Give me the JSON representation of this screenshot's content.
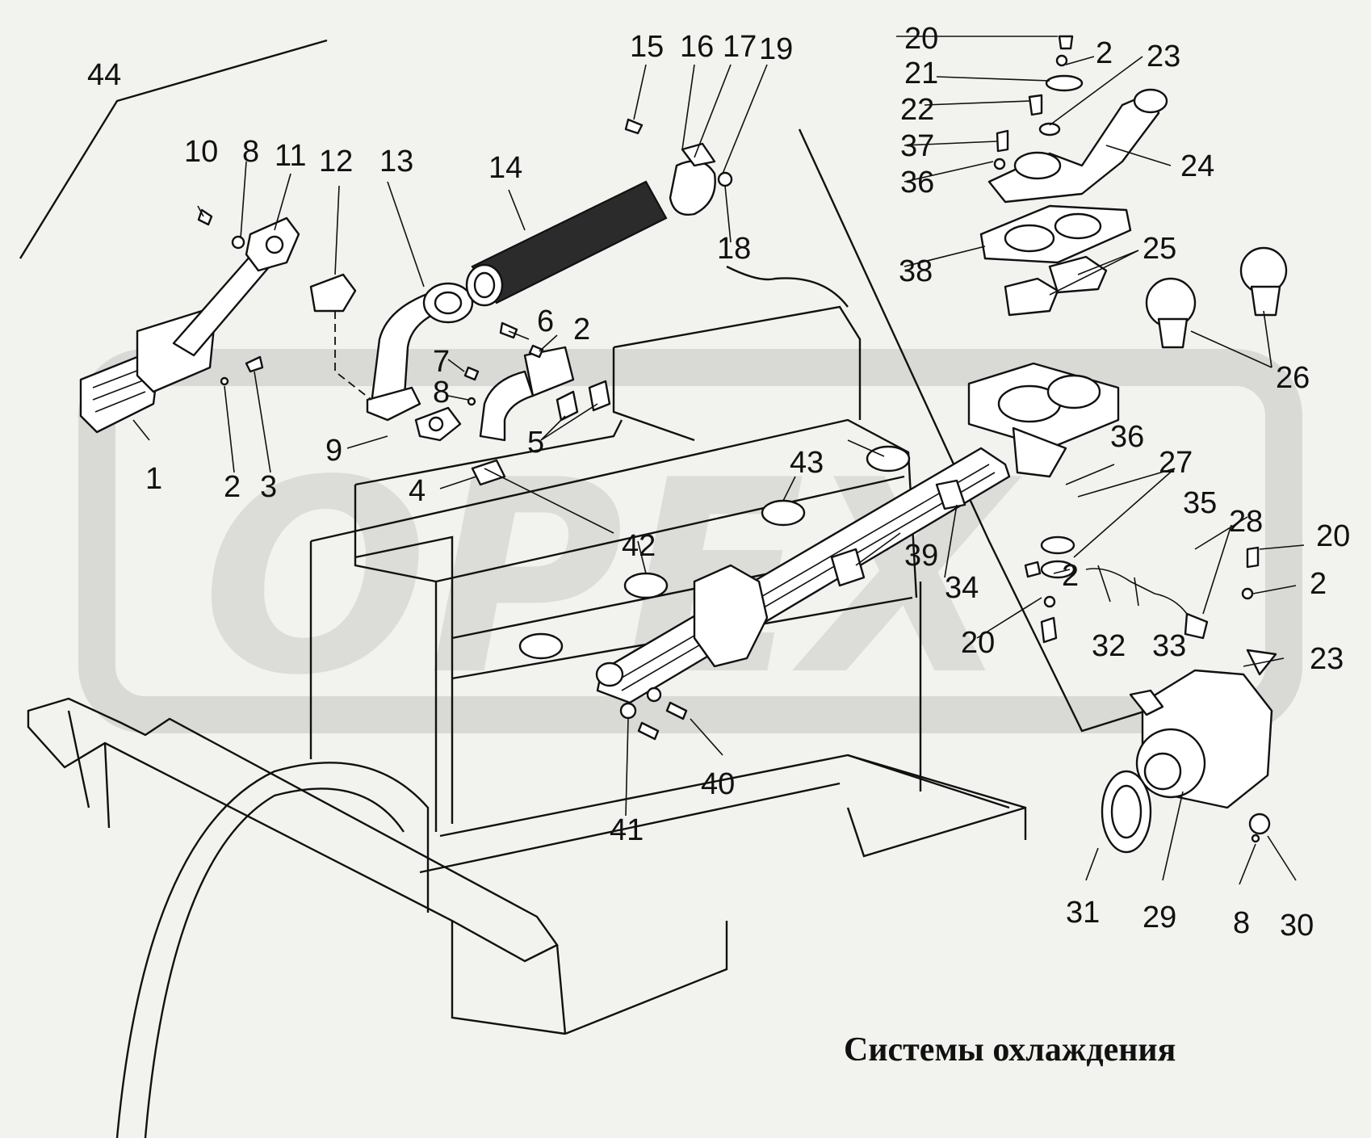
{
  "title": "Системы охлаждения",
  "watermark": "OPEX",
  "callouts": [
    "44",
    "10",
    "8",
    "11",
    "12",
    "13",
    "14",
    "15",
    "16",
    "17",
    "19",
    "18",
    "1",
    "2",
    "3",
    "9",
    "4",
    "6",
    "2",
    "7",
    "8",
    "5",
    "42",
    "43",
    "39",
    "34",
    "20",
    "21",
    "22",
    "37",
    "36",
    "2",
    "23",
    "24",
    "38",
    "25",
    "26",
    "36",
    "27",
    "35",
    "28",
    "20",
    "2",
    "2",
    "32",
    "33",
    "20",
    "23",
    "41",
    "40",
    "31",
    "29",
    "8",
    "30"
  ]
}
